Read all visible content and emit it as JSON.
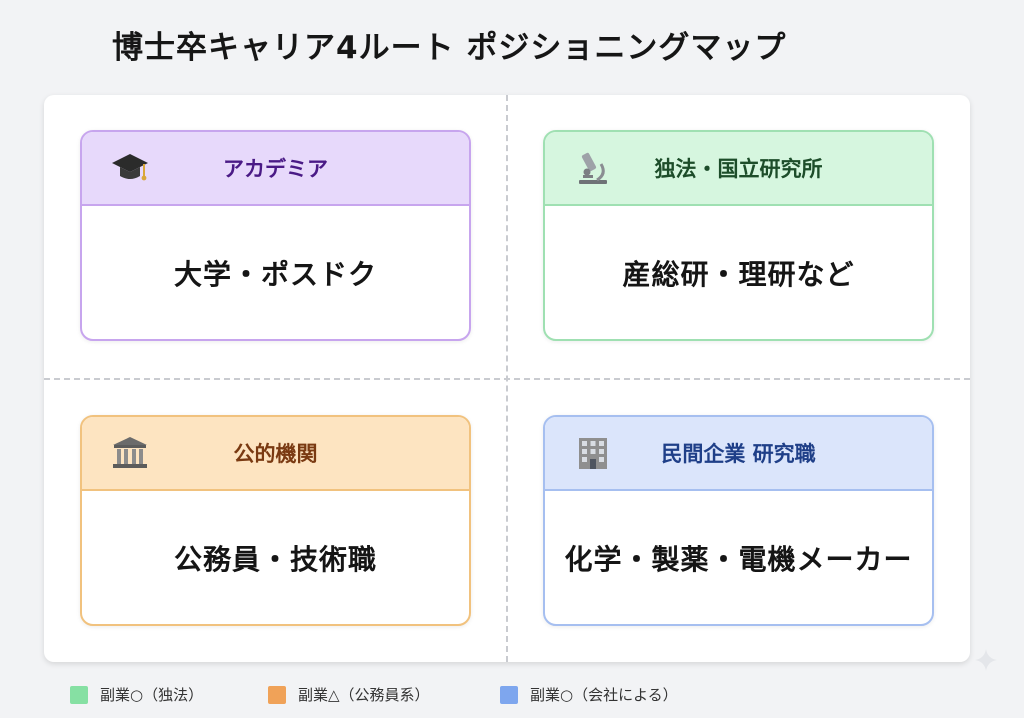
{
  "title": "博士卒キャリア4ルート ポジショニングマップ",
  "quadrants": [
    {
      "icon": "graduation-cap-icon",
      "label": "アカデミア",
      "body": "大学・ポスドク",
      "color": "#c7a5ee"
    },
    {
      "icon": "microscope-icon",
      "label": "独法・国立研究所",
      "body": "産総研・理研など",
      "color": "#9fe0b2"
    },
    {
      "icon": "classical-building-icon",
      "label": "公的機関",
      "body": "公務員・技術職",
      "color": "#f1c27e"
    },
    {
      "icon": "office-building-icon",
      "label": "民間企業 研究職",
      "body": "化学・製薬・電機メーカー",
      "color": "#a6bff0"
    }
  ],
  "legend": [
    {
      "label": "副業○（独法）",
      "color": "#86e0a3"
    },
    {
      "label": "副業△（公務員系）",
      "color": "#f0a258"
    },
    {
      "label": "副業○（会社による）",
      "color": "#7ea6ee"
    }
  ]
}
